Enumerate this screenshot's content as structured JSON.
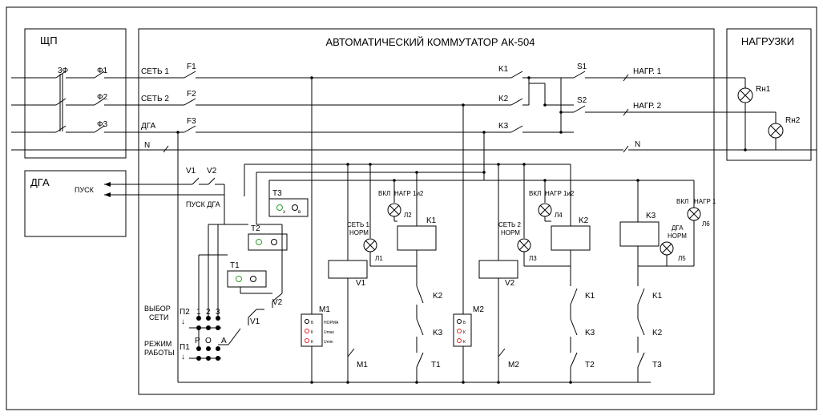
{
  "panels": {
    "shp": "ЩП",
    "main": "АВТОМАТИЧЕСКИЙ КОММУТАТОР АК-504",
    "loads": "НАГРУЗКИ",
    "dga": "ДГА"
  },
  "labels": {
    "three_phase": "3Ф",
    "f1_phase": "Ф1",
    "f2_phase": "Ф2",
    "f3_phase": "Ф3",
    "net1": "СЕТЬ 1",
    "net2": "СЕТЬ 2",
    "dga_line": "ДГА",
    "n_left": "N",
    "n_right": "N",
    "fuse_f1": "F1",
    "fuse_f2": "F2",
    "fuse_f3": "F3",
    "k1": "K1",
    "k2": "K2",
    "k3": "K3",
    "s1": "S1",
    "s2": "S2",
    "load1": "НАГР. 1",
    "load2": "НАГР. 2",
    "rn1": "Rн1",
    "rn2": "Rн2",
    "pusk": "ПУСК",
    "pusk_dga": "ПУСК ДГА",
    "v1_top": "V1",
    "v2_top": "V2",
    "t1": "T1",
    "t2": "T2",
    "t3": "T3",
    "t3_z": "з",
    "t3_v": "в",
    "vybor": "ВЫБОР",
    "seti": "СЕТИ",
    "p2": "П2",
    "p1": "П1",
    "pos1": "1",
    "pos2": "2",
    "pos3": "3",
    "rezhim": "РЕЖИМ",
    "raboty": "РАБОТЫ",
    "mode_r": "Р",
    "mode_o": "О",
    "mode_a": "А",
    "v1_sw": "V1",
    "v2_sw": "V2",
    "down_arrow": "↓",
    "vkl": "ВКЛ",
    "nagr_1i2": "НАГР 1и2",
    "nagr_1": "НАГР 1",
    "set1_norm_a": "СЕТЬ 1",
    "set1_norm_b": "НОРМ",
    "set2_norm_a": "СЕТЬ 2",
    "set2_norm_b": "НОРМ",
    "dga_norm_a": "ДГА",
    "dga_norm_b": "НОРМ",
    "l1": "Л1",
    "l2": "Л2",
    "l3": "Л3",
    "l4": "Л4",
    "l5": "Л5",
    "l6": "Л6",
    "relay_v1": "V1",
    "relay_v2": "V2",
    "relay_k1": "K1",
    "relay_k2": "K2",
    "relay_k3": "K3",
    "m1": "M1",
    "m2": "M2",
    "m_b": "Б",
    "m_k": "К",
    "m1_norma": "НОРМА",
    "m1_umax": "Umax",
    "m1_umin": "Umin",
    "ct_k2": "K2",
    "ct_k3": "K3",
    "ct_k1a": "K1",
    "ct_k3b": "K3",
    "ct_k1b": "K1",
    "ct_k2b": "K2",
    "bot_m1": "M1",
    "bot_t1": "T1",
    "bot_m2": "M2",
    "bot_t2": "T2",
    "bot_t3": "T3"
  },
  "colors": {
    "line": "#000000",
    "indicator_green": "#2e9e2e",
    "indicator_red": "#e02020"
  }
}
